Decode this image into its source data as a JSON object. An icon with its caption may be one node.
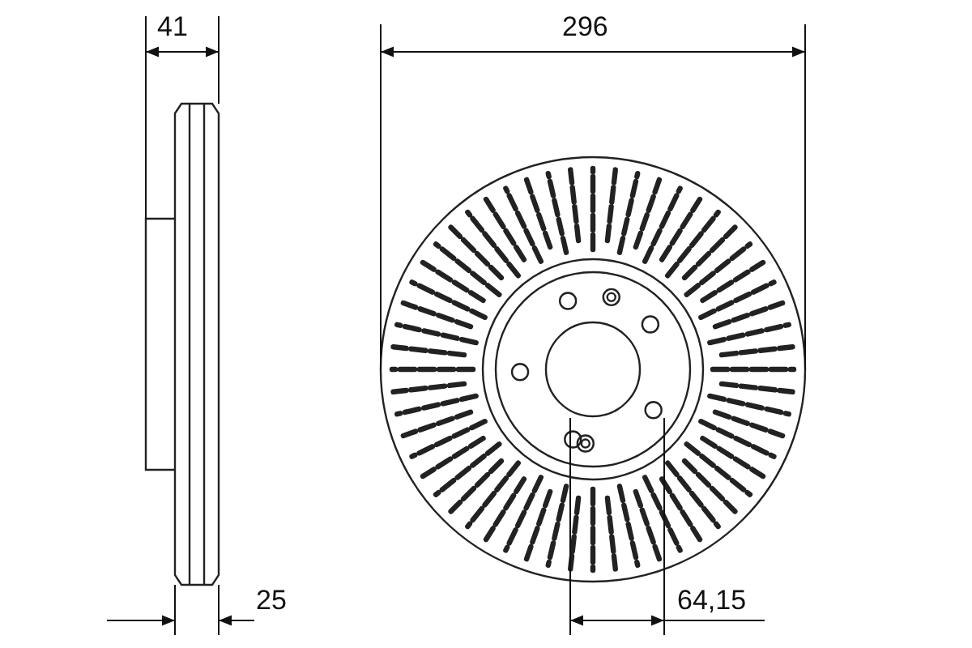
{
  "diagram": {
    "labels": [
      "41",
      "296",
      "25",
      "64,15"
    ]
  }
}
